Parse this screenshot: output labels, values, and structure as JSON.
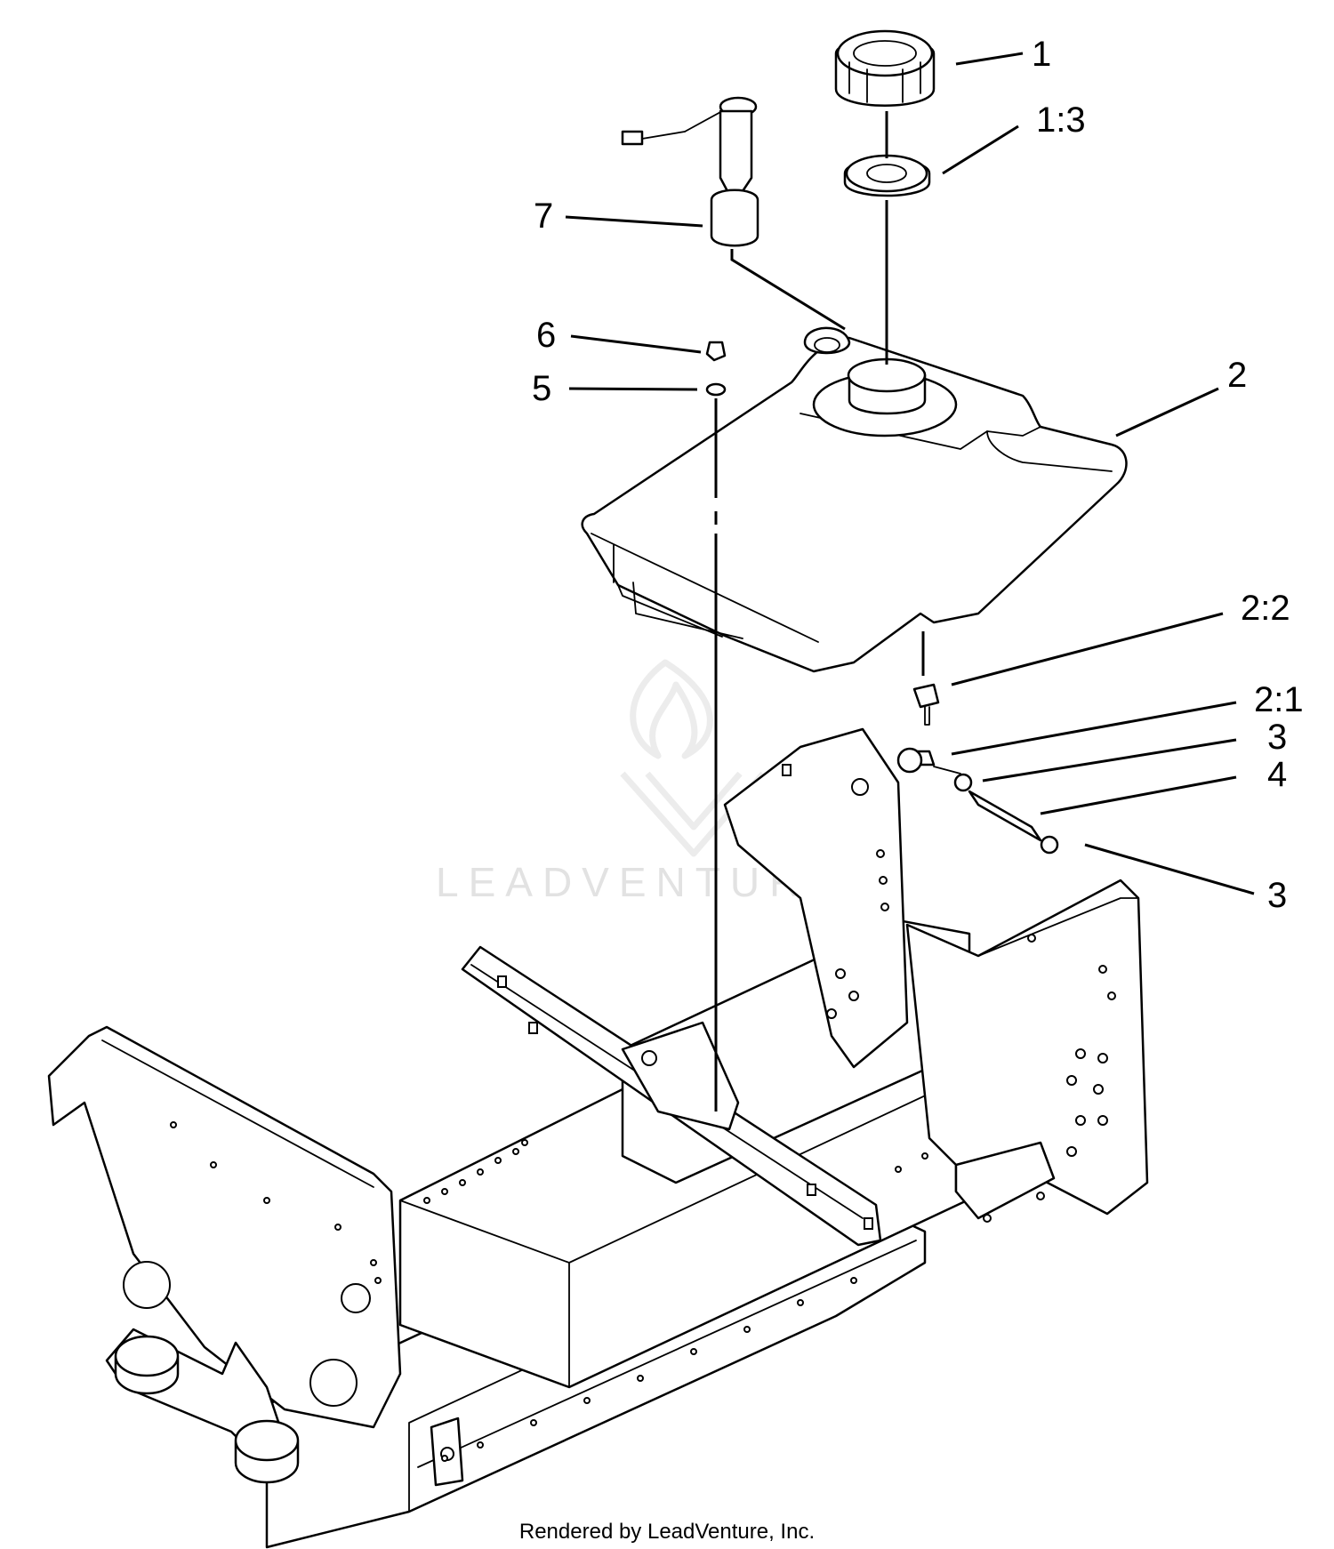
{
  "callouts": [
    {
      "id": "c1",
      "label": "1"
    },
    {
      "id": "c1-3",
      "label": "1:3"
    },
    {
      "id": "c7",
      "label": "7"
    },
    {
      "id": "c6",
      "label": "6"
    },
    {
      "id": "c5",
      "label": "5"
    },
    {
      "id": "c2",
      "label": "2"
    },
    {
      "id": "c2-2",
      "label": "2:2"
    },
    {
      "id": "c2-1",
      "label": "2:1"
    },
    {
      "id": "c3a",
      "label": "3"
    },
    {
      "id": "c4",
      "label": "4"
    },
    {
      "id": "c3b",
      "label": "3"
    }
  ],
  "watermark": {
    "text": "LEADVENTURE"
  },
  "footer": {
    "credit": "Rendered by LeadVenture, Inc."
  },
  "colors": {
    "line": "#000000",
    "background": "#ffffff",
    "watermark": "#e2e2e2"
  }
}
